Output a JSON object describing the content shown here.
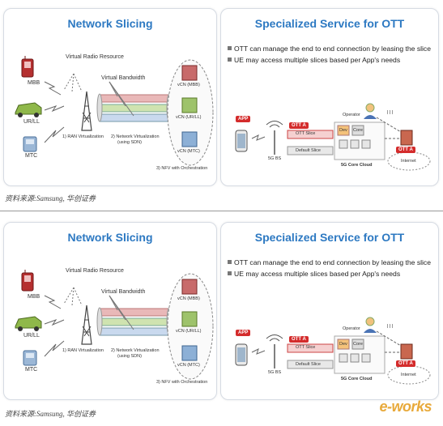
{
  "left_panel": {
    "title": "Network Slicing",
    "devices": [
      "MBB",
      "UR/LL",
      "MTC"
    ],
    "virtual_radio_resource": "Virtual Radio Resource",
    "virtual_bandwidth": "Virtual Bandwidth",
    "vcn_labels": [
      "vCN (MBB)",
      "vCN (UR/LL)",
      "vCN (MTC)"
    ],
    "step1": "1) RAN Virtualization",
    "step2_line1": "2) Network Virtualization",
    "step2_line2": "(using SDN)",
    "step3": "3) NFV with Orchestration"
  },
  "right_panel": {
    "title": "Specialized Service for OTT",
    "bullets": [
      "OTT can manage the end to end connection by leasing the  slice",
      "UE may access multiple slices based per App's needs"
    ],
    "app_tag": "APP",
    "ott_a_tag": "OTT A",
    "ott_slice": "OTT Slice",
    "default_slice": "Default Slice",
    "operator": "Operator",
    "core_box_a": "Dev",
    "core_box_b": "Core",
    "bs_label": "5G BS",
    "core_cloud_label": "5G Core Cloud",
    "ott_a_right": "OTT A",
    "internet": "Internet"
  },
  "caption": "资料来源:Samsung, 华创证券",
  "watermark": "e-works",
  "colors": {
    "title_blue": "#2d79c2",
    "ott_red": "#d42c2c",
    "mbb_device": "#b52f2f",
    "urll_device": "#7fa63c",
    "mtc_device": "#7b9fc4"
  },
  "icons": [
    "phone-icon",
    "car-icon",
    "sensor-icon",
    "tower-icon",
    "server-icon",
    "person-icon",
    "cloud-icon",
    "smartphone-icon"
  ]
}
